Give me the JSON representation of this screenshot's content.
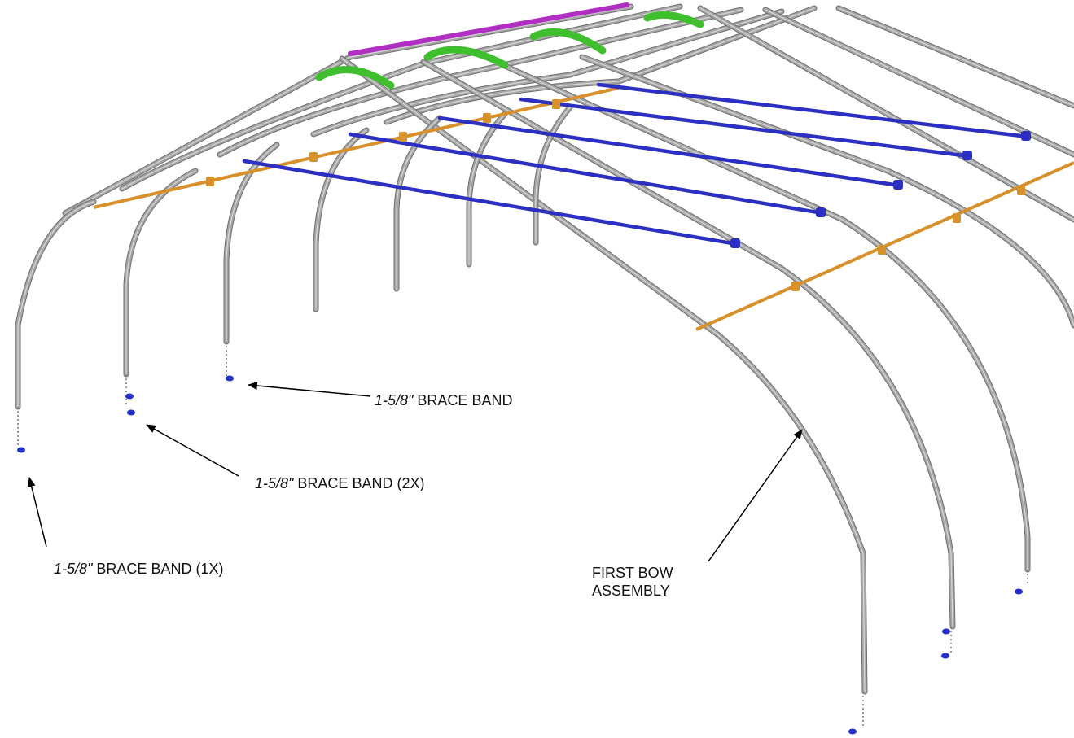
{
  "colors": {
    "bow_pipe": "#a6a6a6",
    "bow_edge": "#6e6e6e",
    "ridge_pipe": "#a6a6a6",
    "purlin_brace": "#2b2fc2",
    "diagonal_brace": "#d8902b",
    "ridge_connector": "#3fbf2e",
    "end_ridge_bar": "#b02ec2",
    "brace_band": "#2430c8",
    "leader": "#000000"
  },
  "callouts": {
    "top": {
      "size": "1-5/8\"",
      "text": " BRACE BAND"
    },
    "middle": {
      "size": "1-5/8\"",
      "text": " BRACE BAND (2X)"
    },
    "left": {
      "size": "1-5/8\"",
      "text": " BRACE BAND (1X)"
    },
    "first_bow": {
      "line1": "FIRST BOW",
      "line2": "ASSEMBLY"
    }
  }
}
